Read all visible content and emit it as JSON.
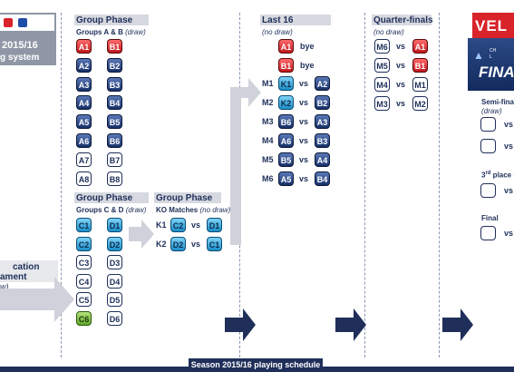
{
  "left_panel": {
    "season": "2015/16",
    "subtitle": "g system",
    "qualification_title": "cation",
    "qualification_title2": "ament",
    "qualification_note": "w)"
  },
  "group_phase_ab": {
    "title": "Group Phase",
    "subtitle": "Groups A & B",
    "subtitle_note": "(draw)",
    "col1": [
      "A1",
      "A2",
      "A3",
      "A4",
      "A5",
      "A6",
      "A7",
      "A8"
    ],
    "col2": [
      "B1",
      "B2",
      "B3",
      "B4",
      "B5",
      "B6",
      "B7",
      "B8"
    ]
  },
  "group_phase_cd": {
    "title": "Group Phase",
    "subtitle": "Groups C & D",
    "subtitle_note": "(draw)",
    "col1": [
      "C1",
      "C2",
      "C3",
      "C4",
      "C5",
      "C6"
    ],
    "col2": [
      "D1",
      "D2",
      "D3",
      "D4",
      "D5",
      "D6"
    ]
  },
  "ko_matches": {
    "title": "Group Phase",
    "subtitle": "KO Matches",
    "subtitle_note": "(no draw)",
    "rows": [
      {
        "label": "K1",
        "home": "C2",
        "vs": "vs",
        "away": "D1"
      },
      {
        "label": "K2",
        "home": "D2",
        "vs": "vs",
        "away": "C1"
      }
    ]
  },
  "last16": {
    "title": "Last 16",
    "note": "(no draw)",
    "byes": [
      {
        "team": "A1",
        "text": "bye"
      },
      {
        "team": "B1",
        "text": "bye"
      }
    ],
    "matches": [
      {
        "label": "M1",
        "home": "K1",
        "vs": "vs",
        "away": "A2"
      },
      {
        "label": "M2",
        "home": "K2",
        "vs": "vs",
        "away": "B2"
      },
      {
        "label": "M3",
        "home": "B6",
        "vs": "vs",
        "away": "A3"
      },
      {
        "label": "M4",
        "home": "A6",
        "vs": "vs",
        "away": "B3"
      },
      {
        "label": "M5",
        "home": "B5",
        "vs": "vs",
        "away": "A4"
      },
      {
        "label": "M6",
        "home": "A5",
        "vs": "vs",
        "away": "B4"
      }
    ]
  },
  "quarter_finals": {
    "title": "Quarter-finals",
    "note": "(no draw)",
    "matches": [
      {
        "home": "M6",
        "vs": "vs",
        "away": "A1"
      },
      {
        "home": "M5",
        "vs": "vs",
        "away": "B1"
      },
      {
        "home": "M4",
        "vs": "vs",
        "away": "M1"
      },
      {
        "home": "M3",
        "vs": "vs",
        "away": "M2"
      }
    ]
  },
  "final_four": {
    "brand": "VEL",
    "event": "FINA",
    "mini1": "CH",
    "mini2": "L",
    "semi_title": "Semi-fina",
    "semi_note": "(draw)",
    "third_title": "3",
    "third_sup": "rd",
    "third_rest": " place m",
    "final_title": "Final",
    "vs": "vs"
  },
  "footer": {
    "season_label": "Season 2015/16 playing schedule"
  },
  "colors": {
    "navy": "#1f2f5a",
    "red": "#c0161c",
    "cyan": "#1a8ec8",
    "green": "#5fa82a",
    "grey": "#8f97a6"
  }
}
